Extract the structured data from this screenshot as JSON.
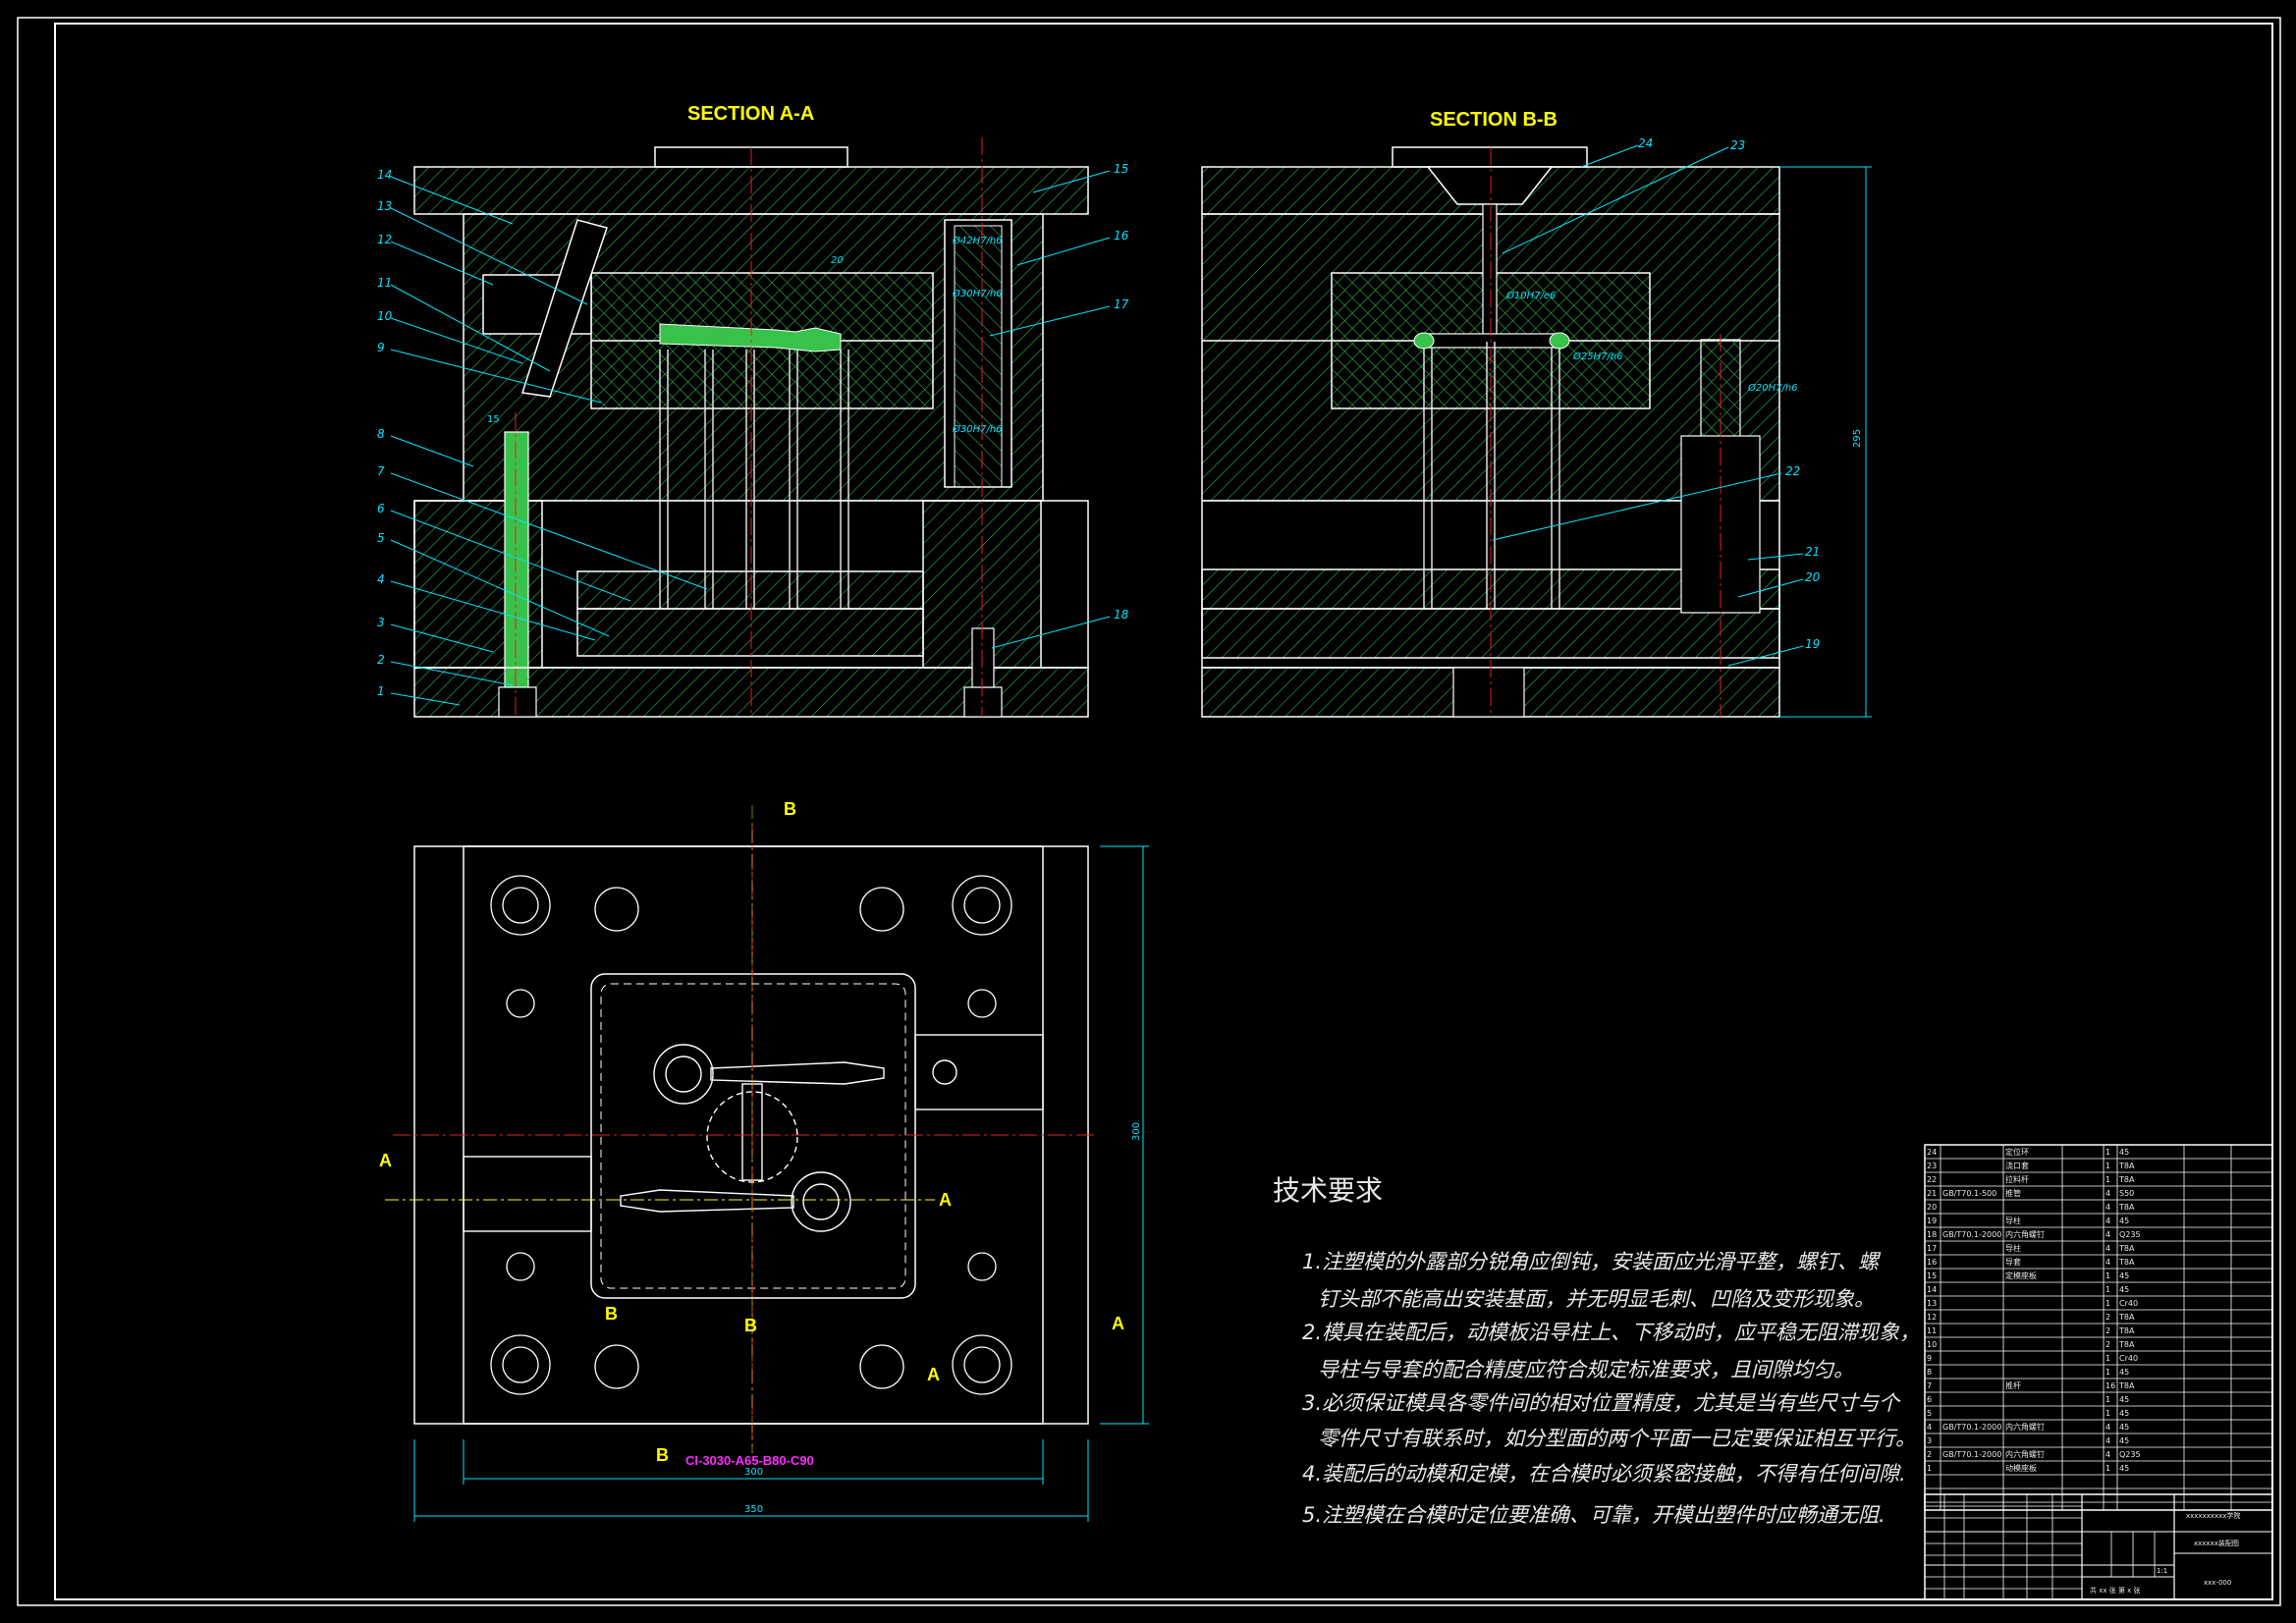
{
  "drawing": {
    "section_a_title": "SECTION A-A",
    "section_b_title": "SECTION B-B",
    "section_markers": [
      "A",
      "A",
      "A",
      "A",
      "B",
      "B",
      "B",
      "B"
    ],
    "part_label": "CI-3030-A65-B80-C90",
    "dims": {
      "d_width_inner": "300",
      "d_width_outer": "350",
      "d_height_plan": "300",
      "d_height_section": "295",
      "d_slide": "15"
    },
    "fits": [
      "Ø42H7/h6",
      "Ø30H7/h6",
      "Ø30H7/h6",
      "Ø10H7/e6",
      "Ø25H7/h6",
      "Ø20H7/h6",
      "20"
    ],
    "ref_a": [
      "14",
      "13",
      "12",
      "11",
      "10",
      "9",
      "8",
      "7",
      "6",
      "5",
      "4",
      "3",
      "2",
      "1",
      "15",
      "16",
      "17",
      "18"
    ],
    "ref_b": [
      "24",
      "23",
      "22",
      "21",
      "20",
      "19"
    ]
  },
  "notes": {
    "title": "技术要求",
    "lines": [
      "1.注塑模的外露部分锐角应倒钝，安装面应光滑平整，螺钉、螺",
      "钉头部不能高出安装基面，并无明显毛刺、凹陷及变形现象。",
      "2.模具在装配后，动模板沿导柱上、下移动时，应平稳无阻滞现象，",
      "导柱与导套的配合精度应符合规定标准要求，且间隙均匀。",
      "3.必须保证模具各零件间的相对位置精度，尤其是当有些尺寸与个",
      "零件尺寸有联系时，如分型面的两个平面一已定要保证相互平行。",
      "4.装配后的动模和定模，在合模时必须紧密接触，不得有任何间隙.",
      "5.注塑模在合模时定位要准确、可靠，开模出塑件时应畅通无阻."
    ]
  },
  "bom": [
    [
      "24",
      "",
      "定位环",
      "1",
      "45",
      ""
    ],
    [
      "23",
      "",
      "浇口套",
      "1",
      "T8A",
      ""
    ],
    [
      "22",
      "",
      "拉料杆",
      "1",
      "T8A",
      ""
    ],
    [
      "21",
      "GB/T70.1-500",
      "推管",
      "4",
      "S50",
      ""
    ],
    [
      "20",
      "",
      "",
      "4",
      "T8A",
      ""
    ],
    [
      "19",
      "",
      "导柱",
      "4",
      "45",
      ""
    ],
    [
      "18",
      "GB/T70.1-2000",
      "内六角螺钉",
      "4",
      "Q235",
      ""
    ],
    [
      "17",
      "",
      "导柱",
      "4",
      "T8A",
      ""
    ],
    [
      "16",
      "",
      "导套",
      "4",
      "T8A",
      ""
    ],
    [
      "15",
      "",
      "定模座板",
      "1",
      "45",
      ""
    ],
    [
      "14",
      "",
      "",
      "1",
      "45",
      ""
    ],
    [
      "13",
      "",
      "",
      "1",
      "Cr40",
      ""
    ],
    [
      "12",
      "",
      "",
      "2",
      "T8A",
      ""
    ],
    [
      "11",
      "",
      "",
      "2",
      "T8A",
      ""
    ],
    [
      "10",
      "",
      "",
      "2",
      "T8A",
      ""
    ],
    [
      "9",
      "",
      "",
      "1",
      "Cr40",
      ""
    ],
    [
      "8",
      "",
      "",
      "1",
      "45",
      ""
    ],
    [
      "7",
      "",
      "推杆",
      "16",
      "T8A",
      ""
    ],
    [
      "6",
      "",
      "",
      "1",
      "45",
      ""
    ],
    [
      "5",
      "",
      "",
      "1",
      "45",
      ""
    ],
    [
      "4",
      "GB/T70.1-2000",
      "内六角螺钉",
      "4",
      "45",
      ""
    ],
    [
      "3",
      "",
      "",
      "4",
      "45",
      ""
    ],
    [
      "2",
      "GB/T70.1-2000",
      "内六角螺钉",
      "4",
      "Q235",
      ""
    ],
    [
      "1",
      "",
      "动模座板",
      "1",
      "45",
      ""
    ]
  ],
  "title_block": {
    "school": "xxxxxxxxxx学院",
    "drawing_name": "xxxxxx装配图",
    "drawing_no": "xxx-000",
    "sheet": "共 xx 张  第 x 张",
    "scale": "1:1"
  },
  "colors": {
    "background": "#000000",
    "frame": "#ffffff",
    "hatch": "#2fb34f",
    "centerline": "#e02020",
    "annotation": "#00e5ff",
    "title": "#ffff00",
    "part": "#39c24a",
    "magenta": "#ff2bff"
  }
}
